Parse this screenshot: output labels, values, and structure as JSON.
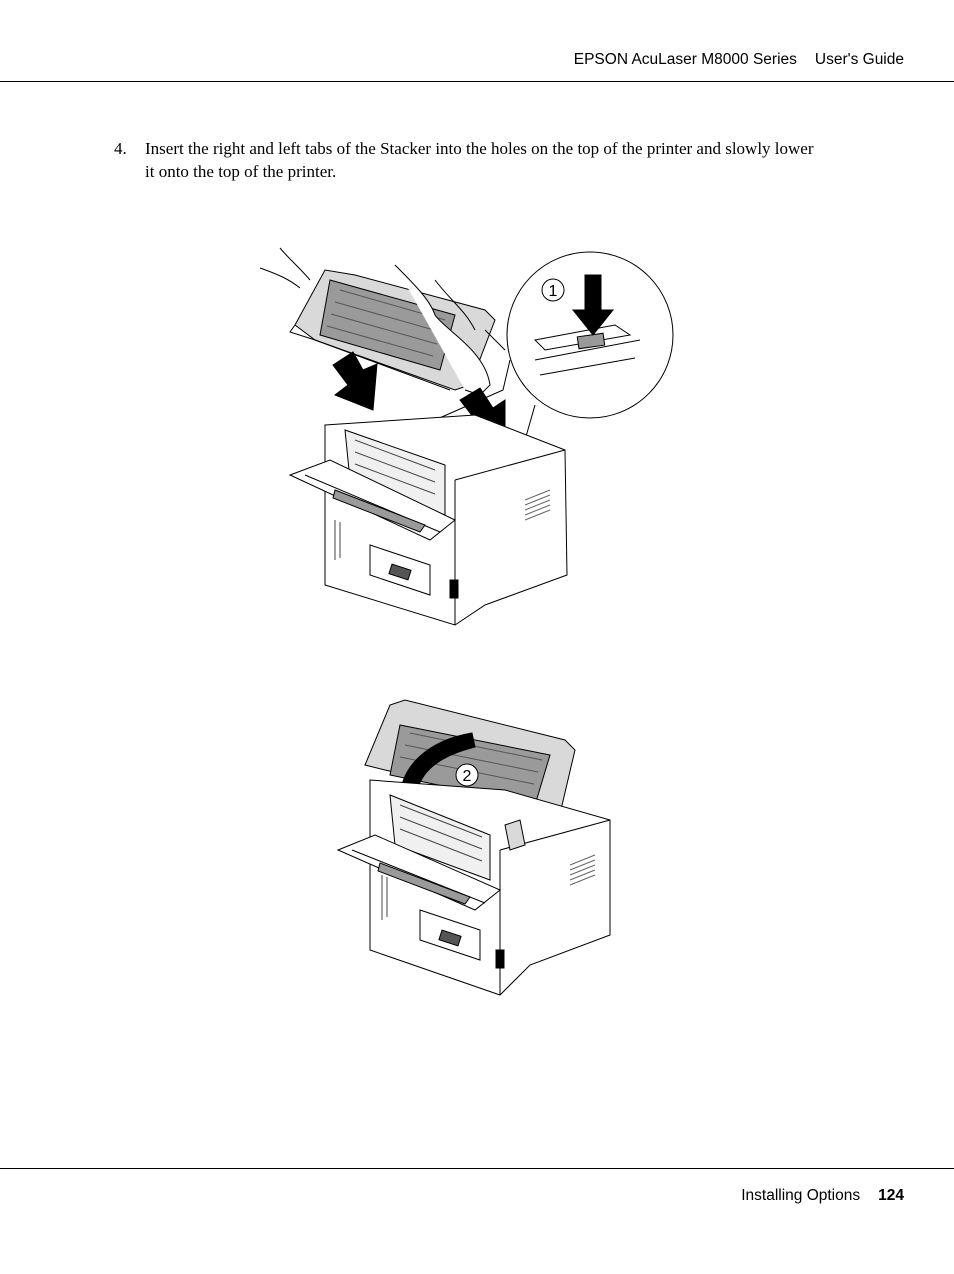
{
  "header": {
    "product": "EPSON AcuLaser M8000 Series",
    "guide": "User's Guide"
  },
  "step": {
    "number": "4.",
    "line1": "Insert the right and left tabs of the Stacker into the holes on the top of the printer and slowly lower",
    "line2": "it onto the top of the printer."
  },
  "figures": {
    "callout_1": "1",
    "callout_2": "2"
  },
  "footer": {
    "section": "Installing Options",
    "page": "124"
  }
}
